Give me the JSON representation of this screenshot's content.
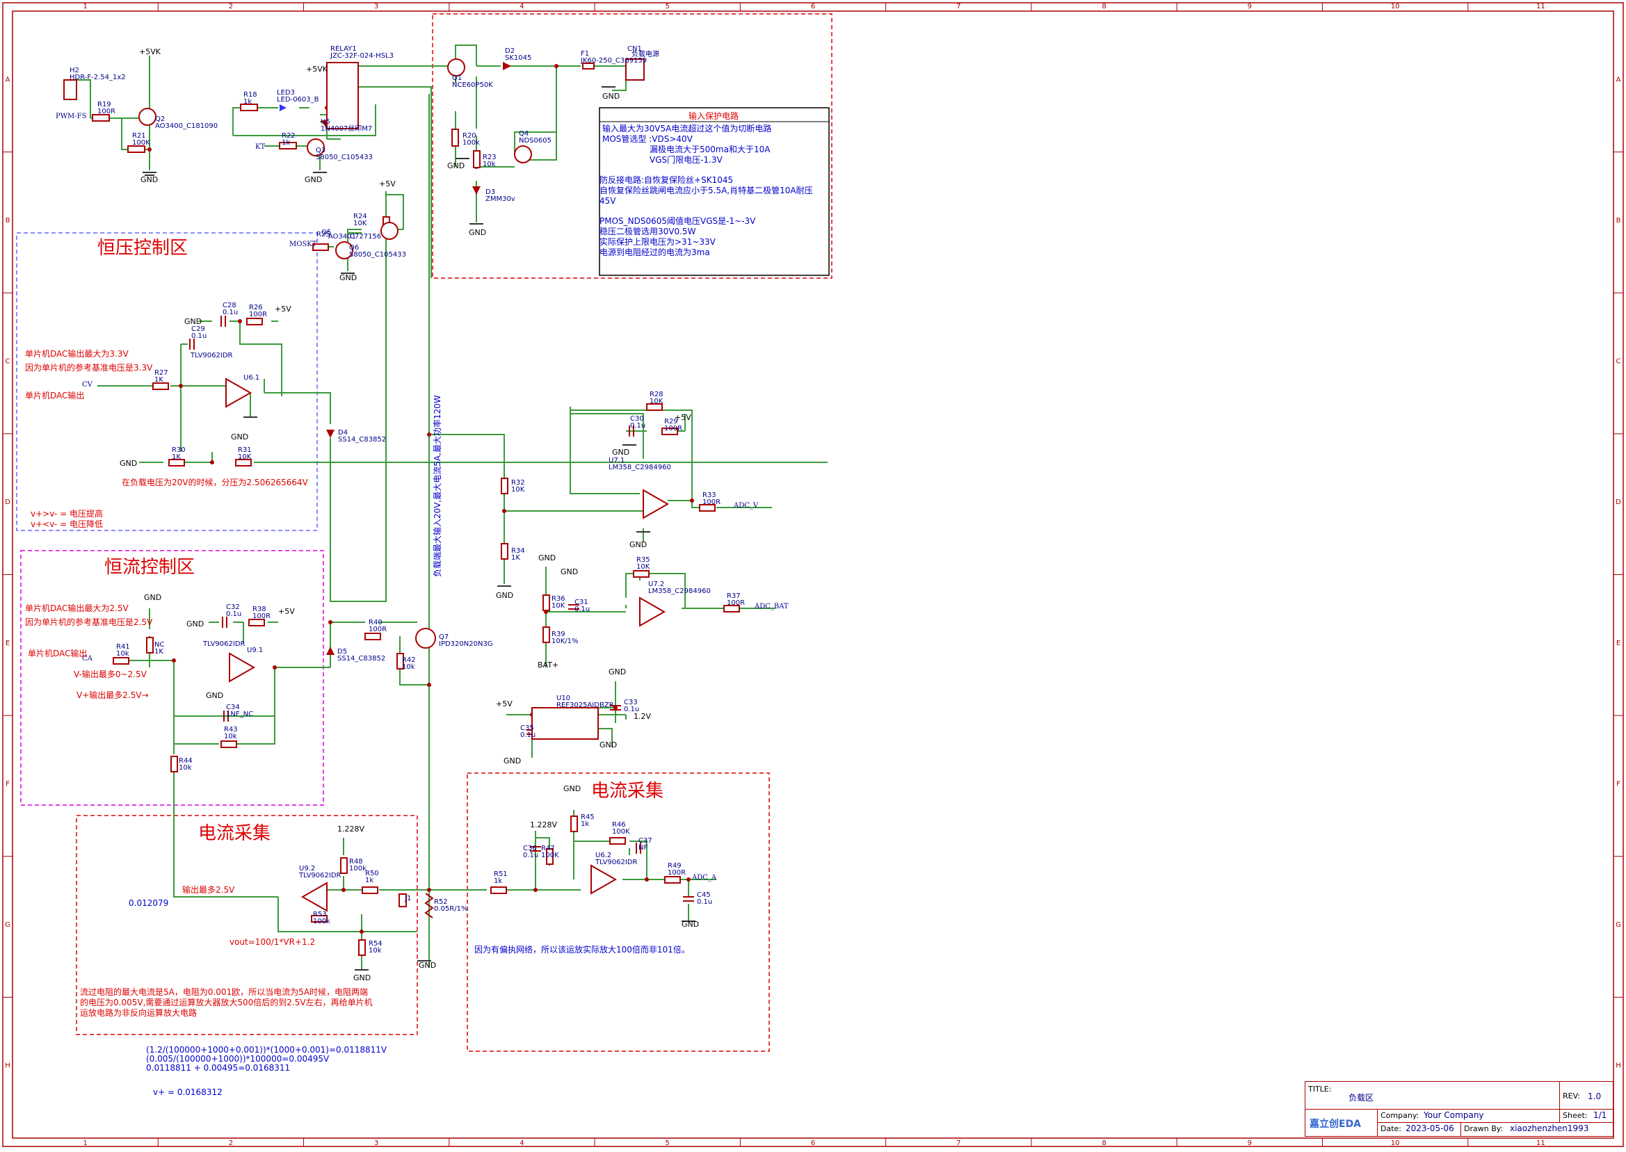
{
  "titleblock": {
    "title_label": "TITLE:",
    "title": "负载区",
    "rev_label": "REV:",
    "rev": "1.0",
    "company_label": "Company:",
    "company": "Your Company",
    "sheet_label": "Sheet:",
    "sheet": "1/1",
    "date_label": "Date:",
    "date": "2023-05-06",
    "drawn_label": "Drawn By:",
    "drawn": "xiaozhenzhen1993",
    "logo": "嘉立创EDA"
  },
  "grid": {
    "cols": [
      "1",
      "2",
      "3",
      "4",
      "5",
      "6",
      "7",
      "8",
      "9",
      "10",
      "11"
    ],
    "rows": [
      "A",
      "B",
      "C",
      "D",
      "E",
      "F",
      "G",
      "H"
    ]
  },
  "regions": {
    "cv": "恒压控制区",
    "cc": "恒流控制区",
    "cs1": "电流采集",
    "cs2": "电流采集"
  },
  "protect": {
    "heading": "输入保护电路",
    "lines": [
      "输入最大为30V5A电流超过这个值为切断电路",
      "MOS管选型 :VDS>40V",
      "漏极电流大于500ma和大于10A",
      "VGS门限电压-1.3V",
      "防反接电路:自恢复保险丝+SK1045",
      "自恢复保险丝跳闸电流应小于5.5A,肖特基二极管10A耐压45V",
      "PMOS_NDS0605阈值电压VGS是-1~-3V",
      "稳压二极管选用30V0.5W",
      "实际保护上限电压为>31~33V",
      "电源到电阻经过的电流为3ma"
    ]
  },
  "notes": {
    "cv1": "单片机DAC输出最大为3.3V",
    "cv2": "因为单片机的参考基准电压是3.3V",
    "cv3": "单片机DAC输出",
    "cv4": "在负载电压为20V的时候，分压为2.506265664V",
    "cv5": "v+>v- = 电压提高",
    "cv6": "v+<v- = 电压降低",
    "cc1": "单片机DAC输出最大为2.5V",
    "cc2": "因为单片机的参考基准电压是2.5V",
    "cc3": "单片机DAC输出",
    "cc4": "V-输出最多0~2.5V",
    "cc5": "V+输出最多2.5V→",
    "cs1": "输出最多2.5V",
    "cs2": "0.012079",
    "cs3": "vout=100/1*VR+1.2",
    "cs4": "流过电阻的最大电流是5A，电阻为0.001欧，所以当电流为5A时候，电阻两端",
    "cs5": "的电压为0.005V,需要通过运算放大器放大500倍后的到2.5V左右，再给单片机",
    "cs6": "运放电路为非反向运算放大电路",
    "cs7": "因为有偏执网络，所以该运放实际放大100倍而非101倍。",
    "f1": "(1.2/(100000+1000+0.001))*(1000+0.001)=0.0118811V",
    "f2": "(0.005/(100000+1000))*100000=0.00495V",
    "f3": "0.0118811 + 0.00495=0.0168311",
    "f4": "v+ = 0.0168312",
    "vert": "负载端最大输入20V,最大电流5A,最大功率120W"
  },
  "labels": [
    [
      "+5VK",
      200,
      78,
      "pwr"
    ],
    [
      "H2",
      100,
      104,
      "des"
    ],
    [
      "HDR-F-2.54_1x2",
      100,
      114,
      "des"
    ],
    [
      "R19",
      140,
      153,
      "des"
    ],
    [
      "100R",
      140,
      163,
      "des"
    ],
    [
      "PWM-FS",
      80,
      170,
      "net"
    ],
    [
      "Q2",
      223,
      174,
      "des"
    ],
    [
      "AO3400_C181090",
      223,
      184,
      "des"
    ],
    [
      "R21",
      190,
      198,
      "des"
    ],
    [
      "100K",
      190,
      208,
      "des"
    ],
    [
      "GND",
      202,
      262,
      "pwr"
    ],
    [
      "RELAY1",
      475,
      73,
      "des"
    ],
    [
      "JZC-32F-024-HSL3",
      475,
      83,
      "des"
    ],
    [
      "+5VK",
      440,
      103,
      "pwr"
    ],
    [
      "R18",
      350,
      139,
      "des"
    ],
    [
      "1k",
      350,
      149,
      "des"
    ],
    [
      "LED3",
      398,
      136,
      "des"
    ],
    [
      "LED-0603_B",
      398,
      146,
      "des"
    ],
    [
      "U5",
      461,
      178,
      "des"
    ],
    [
      "1N4007丝印M7",
      461,
      188,
      "des"
    ],
    [
      "R22",
      405,
      198,
      "des"
    ],
    [
      "1k",
      405,
      208,
      "des"
    ],
    [
      "KT",
      367,
      214,
      "net"
    ],
    [
      "Q3",
      454,
      219,
      "des"
    ],
    [
      "S8050_C105433",
      454,
      229,
      "des"
    ],
    [
      "GND",
      438,
      262,
      "pwr"
    ],
    [
      "D2",
      726,
      76,
      "des"
    ],
    [
      "SK1045",
      726,
      86,
      "des"
    ],
    [
      "F1",
      835,
      80,
      "des"
    ],
    [
      "JK60-250_C369159",
      835,
      90,
      "des"
    ],
    [
      "CN1",
      902,
      73,
      "des"
    ],
    [
      "负载电源",
      908,
      81,
      "des"
    ],
    [
      "GND",
      866,
      142,
      "pwr"
    ],
    [
      "Q1",
      650,
      115,
      "des"
    ],
    [
      "NCE60P50K",
      650,
      125,
      "des"
    ],
    [
      "R20",
      665,
      198,
      "des"
    ],
    [
      "100k",
      665,
      208,
      "des"
    ],
    [
      "GND",
      643,
      242,
      "pwr"
    ],
    [
      "R23",
      694,
      229,
      "des"
    ],
    [
      "10k",
      694,
      239,
      "des"
    ],
    [
      "Q4",
      746,
      195,
      "des"
    ],
    [
      "NDS0605",
      746,
      205,
      "des"
    ],
    [
      "D3",
      698,
      279,
      "des"
    ],
    [
      "ZMM30v",
      698,
      289,
      "des"
    ],
    [
      "GND",
      674,
      338,
      "pwr"
    ],
    [
      "+5V",
      545,
      268,
      "pwr"
    ],
    [
      "R24",
      508,
      314,
      "des"
    ],
    [
      "10K",
      508,
      324,
      "des"
    ],
    [
      "Q5",
      462,
      337,
      "des"
    ],
    [
      "AO3401",
      472,
      343,
      "des"
    ],
    [
      "C727156",
      503,
      343,
      "des"
    ],
    [
      "R25",
      455,
      340,
      "des"
    ],
    [
      "MOSKT",
      416,
      354,
      "net"
    ],
    [
      "Q6",
      502,
      359,
      "des"
    ],
    [
      "S8050_C105433",
      502,
      369,
      "des"
    ],
    [
      "GND",
      488,
      403,
      "pwr"
    ],
    [
      "C28",
      320,
      442,
      "des"
    ],
    [
      "0.1u",
      320,
      452,
      "des"
    ],
    [
      "GND",
      265,
      466,
      "pwr"
    ],
    [
      "R26",
      358,
      445,
      "des"
    ],
    [
      "100R",
      358,
      455,
      "des"
    ],
    [
      "+5V",
      395,
      448,
      "pwr"
    ],
    [
      "C29",
      275,
      476,
      "des"
    ],
    [
      "0.1u",
      275,
      486,
      "des"
    ],
    [
      "TLV9062IDR",
      274,
      514,
      "des"
    ],
    [
      "U6.1",
      350,
      546,
      "des"
    ],
    [
      "R27",
      222,
      539,
      "des"
    ],
    [
      "1K",
      222,
      549,
      "des"
    ],
    [
      "CV",
      118,
      556,
      "net"
    ],
    [
      "D4",
      486,
      625,
      "des"
    ],
    [
      "SS14_C83852",
      486,
      635,
      "des"
    ],
    [
      "GND",
      332,
      632,
      "pwr"
    ],
    [
      "R30",
      247,
      650,
      "des"
    ],
    [
      "1K",
      247,
      660,
      "des"
    ],
    [
      "GND",
      172,
      670,
      "pwr"
    ],
    [
      "R31",
      342,
      650,
      "des"
    ],
    [
      "10K",
      342,
      660,
      "des"
    ],
    [
      "R28",
      934,
      570,
      "des"
    ],
    [
      "10K",
      934,
      580,
      "des"
    ],
    [
      "C30",
      906,
      605,
      "des"
    ],
    [
      "0.1u",
      906,
      615,
      "des"
    ],
    [
      "GND",
      880,
      654,
      "pwr"
    ],
    [
      "R29",
      955,
      609,
      "des"
    ],
    [
      "100R",
      955,
      619,
      "des"
    ],
    [
      "+5V",
      970,
      604,
      "pwr"
    ],
    [
      "U7.1",
      875,
      665,
      "des"
    ],
    [
      "LM358_C2984960",
      875,
      675,
      "des"
    ],
    [
      "R32",
      735,
      697,
      "des"
    ],
    [
      "10K",
      735,
      707,
      "des"
    ],
    [
      "R33",
      1010,
      715,
      "des"
    ],
    [
      "100R",
      1010,
      725,
      "des"
    ],
    [
      "ADC_V",
      1055,
      730,
      "net"
    ],
    [
      "GND",
      905,
      787,
      "pwr"
    ],
    [
      "R34",
      735,
      795,
      "des"
    ],
    [
      "1K",
      735,
      805,
      "des"
    ],
    [
      "GND",
      713,
      860,
      "pwr"
    ],
    [
      "GND",
      774,
      806,
      "pwr"
    ],
    [
      "GND",
      806,
      826,
      "pwr"
    ],
    [
      "R35",
      915,
      808,
      "des"
    ],
    [
      "10K",
      915,
      818,
      "des"
    ],
    [
      "U7.2",
      932,
      843,
      "des"
    ],
    [
      "LM358_C2984960",
      932,
      853,
      "des"
    ],
    [
      "R36",
      793,
      864,
      "des"
    ],
    [
      "10K",
      793,
      874,
      "des"
    ],
    [
      "C31",
      826,
      869,
      "des"
    ],
    [
      "0.1u",
      826,
      879,
      "des"
    ],
    [
      "R37",
      1045,
      860,
      "des"
    ],
    [
      "100R",
      1045,
      870,
      "des"
    ],
    [
      "ADC_BAT",
      1085,
      875,
      "net"
    ],
    [
      "R39",
      793,
      915,
      "des"
    ],
    [
      "10K/1%",
      793,
      925,
      "des"
    ],
    [
      "BAT+",
      773,
      960,
      "pwr"
    ],
    [
      "GND",
      207,
      863,
      "pwr"
    ],
    [
      "C32",
      325,
      876,
      "des"
    ],
    [
      "0.1u",
      325,
      886,
      "des"
    ],
    [
      "GND",
      268,
      901,
      "pwr"
    ],
    [
      "R38",
      363,
      879,
      "des"
    ],
    [
      "100R",
      363,
      889,
      "des"
    ],
    [
      "+5V",
      400,
      883,
      "pwr"
    ],
    [
      "NC",
      222,
      930,
      "des"
    ],
    [
      "1K",
      222,
      940,
      "des"
    ],
    [
      "R41",
      167,
      933,
      "des"
    ],
    [
      "10k",
      167,
      943,
      "des"
    ],
    [
      "CA",
      118,
      950,
      "net"
    ],
    [
      "TLV9062IDR",
      292,
      929,
      "des"
    ],
    [
      "U9.1",
      355,
      938,
      "des"
    ],
    [
      "GND",
      296,
      1004,
      "pwr"
    ],
    [
      "C34",
      325,
      1020,
      "des"
    ],
    [
      "1NF_NC",
      325,
      1030,
      "des"
    ],
    [
      "R43",
      322,
      1052,
      "des"
    ],
    [
      "10k",
      322,
      1062,
      "des"
    ],
    [
      "R44",
      257,
      1097,
      "des"
    ],
    [
      "10k",
      257,
      1107,
      "des"
    ],
    [
      "R40",
      530,
      898,
      "des"
    ],
    [
      "100R",
      530,
      908,
      "des"
    ],
    [
      "Q7",
      631,
      919,
      "des"
    ],
    [
      "IPD320N20N3G",
      631,
      929,
      "des"
    ],
    [
      "D5",
      485,
      940,
      "des"
    ],
    [
      "SS14_C83852",
      485,
      950,
      "des"
    ],
    [
      "R42",
      578,
      952,
      "des"
    ],
    [
      "10k",
      578,
      962,
      "des"
    ],
    [
      "GND",
      875,
      970,
      "pwr"
    ],
    [
      "C33",
      897,
      1013,
      "des"
    ],
    [
      "0.1u",
      897,
      1023,
      "des"
    ],
    [
      "+5V",
      713,
      1016,
      "pwr"
    ],
    [
      "U10",
      800,
      1007,
      "des"
    ],
    [
      "REF3025AIDBZR",
      800,
      1017,
      "des"
    ],
    [
      "1.2V",
      911,
      1034,
      "pwr"
    ],
    [
      "C35",
      748,
      1050,
      "des"
    ],
    [
      "0.1u",
      748,
      1060,
      "des"
    ],
    [
      "GND",
      862,
      1075,
      "pwr"
    ],
    [
      "GND",
      724,
      1098,
      "pwr"
    ],
    [
      "GND",
      810,
      1138,
      "pwr"
    ],
    [
      "R45",
      835,
      1178,
      "des"
    ],
    [
      "1k",
      835,
      1188,
      "des"
    ],
    [
      "1.228V",
      762,
      1190,
      "pwr"
    ],
    [
      "R46",
      880,
      1189,
      "des"
    ],
    [
      "100K",
      880,
      1199,
      "des"
    ],
    [
      "C37",
      918,
      1212,
      "des"
    ],
    [
      "NF",
      918,
      1222,
      "des"
    ],
    [
      "C36",
      752,
      1223,
      "des"
    ],
    [
      "0.1u",
      752,
      1233,
      "des"
    ],
    [
      "R47",
      778,
      1223,
      "des"
    ],
    [
      "100K",
      778,
      1233,
      "des"
    ],
    [
      "U6.2",
      856,
      1233,
      "des"
    ],
    [
      "TLV9062IDR",
      856,
      1243,
      "des"
    ],
    [
      "R49",
      960,
      1248,
      "des"
    ],
    [
      "100R",
      960,
      1258,
      "des"
    ],
    [
      "ADC_A",
      995,
      1265,
      "net"
    ],
    [
      "R51",
      710,
      1260,
      "des"
    ],
    [
      "1k",
      710,
      1270,
      "des"
    ],
    [
      "C45",
      1002,
      1290,
      "des"
    ],
    [
      "0.1u",
      1002,
      1300,
      "des"
    ],
    [
      "GND",
      980,
      1333,
      "pwr"
    ],
    [
      "1.228V",
      485,
      1196,
      "pwr"
    ],
    [
      "R48",
      502,
      1242,
      "des"
    ],
    [
      "100k",
      502,
      1252,
      "des"
    ],
    [
      "U9.2",
      430,
      1252,
      "des"
    ],
    [
      "TLV9062IDR",
      430,
      1262,
      "des"
    ],
    [
      "R50",
      525,
      1259,
      "des"
    ],
    [
      "1k",
      525,
      1269,
      "des"
    ],
    [
      "J1",
      582,
      1295,
      "des"
    ],
    [
      "R52",
      624,
      1300,
      "des"
    ],
    [
      "0.05R/1%",
      624,
      1310,
      "des"
    ],
    [
      "R53",
      450,
      1318,
      "des"
    ],
    [
      "100k",
      450,
      1328,
      "des"
    ],
    [
      "R54",
      530,
      1360,
      "des"
    ],
    [
      "10k",
      530,
      1370,
      "des"
    ],
    [
      "GND",
      508,
      1410,
      "pwr"
    ],
    [
      "GND",
      602,
      1392,
      "pwr"
    ]
  ]
}
